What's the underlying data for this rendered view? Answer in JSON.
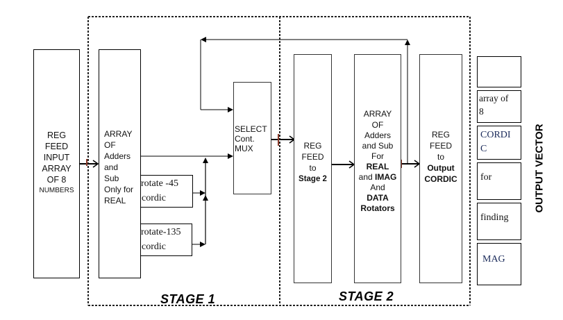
{
  "blocks": {
    "input_reg": {
      "label": "REG\nFEED\nINPUT\nARRAY\nOF  8",
      "sub": "NUMBERS"
    },
    "stage1_array": {
      "label": "ARRAY\n OF\nAdders\nand\nSub\nOnly for\nREAL"
    },
    "rotate45": {
      "line1": "rotate -45",
      "line2": "cordic"
    },
    "rotate135": {
      "line1": "rotate-135",
      "line2": "cordic"
    },
    "mux": {
      "label": "SELECT\n Cont.\n MUX"
    },
    "reg_stage2": {
      "line1": "REG",
      "line2": "FEED",
      "line3": "to",
      "bold": "Stage 2"
    },
    "stage2_array": {
      "l1": "ARRAY",
      "l2": "OF",
      "l3": "Adders",
      "l4": "and Sub",
      "l5": "For",
      "b1": "REAL",
      "l6": "and",
      "b2": "IMAG",
      "l7": "And",
      "b3": "DATA",
      "b4": "Rotators"
    },
    "reg_output": {
      "line1": "REG",
      "line2": "FEED",
      "line3": "to",
      "bold1": "Output",
      "bold2": "CORDIC"
    }
  },
  "output_vector": {
    "title": "OUTPUT VECTOR",
    "cells": [
      "",
      "array of\n8",
      "CORDI\nC",
      "for",
      "finding",
      "MAG"
    ]
  },
  "stages": {
    "stage1": "STAGE 1",
    "stage2": "STAGE 2"
  },
  "colors": {
    "line": "#000000",
    "dash": "#222222",
    "marker": "#8b3a2a",
    "cordic_text": "#1a2a5a"
  }
}
